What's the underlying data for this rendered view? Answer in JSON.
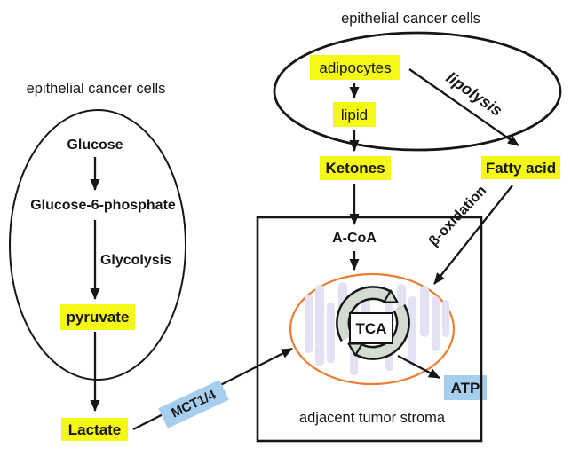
{
  "labels": {
    "left_cell_title": "epithelial cancer cells",
    "right_cell_title": "epithelial cancer cells",
    "glucose": "Glucose",
    "glucose6phosphate": "Glucose-6-phosphate",
    "glycolysis": "Glycolysis",
    "pyruvate": "pyruvate",
    "lactate": "Lactate",
    "mct": "MCT1/4",
    "adipocytes": "adipocytes",
    "lipid": "lipid",
    "lipolysis": "lipolysis",
    "ketones": "Ketones",
    "fatty_acid": "Fatty acid",
    "acoa": "A-CoA",
    "beta_oxidation": "β-oxidation",
    "tca": "TCA",
    "atp": "ATP",
    "stroma_title": "adjacent tumor stroma"
  },
  "edges": [
    {
      "from": "Glucose",
      "to": "Glucose-6-phosphate"
    },
    {
      "from": "Glucose-6-phosphate",
      "to": "pyruvate",
      "via": "Glycolysis"
    },
    {
      "from": "pyruvate",
      "to": "Lactate"
    },
    {
      "from": "Lactate",
      "to": "TCA",
      "via": "MCT1/4"
    },
    {
      "from": "adipocytes",
      "to": "lipid"
    },
    {
      "from": "lipid",
      "to": "Ketones"
    },
    {
      "from": "adipocytes",
      "to": "Fatty acid",
      "via": "lipolysis"
    },
    {
      "from": "Ketones",
      "to": "A-CoA"
    },
    {
      "from": "A-CoA",
      "to": "TCA"
    },
    {
      "from": "Fatty acid",
      "to": "TCA",
      "via": "β-oxidation"
    },
    {
      "from": "TCA",
      "to": "ATP"
    }
  ],
  "colors": {
    "highlight_yellow": "#F5F716",
    "highlight_blue": "#A6CFEF",
    "mitochondria_outline": "#ED7D31",
    "cristae_lavender": "#E6E0F4",
    "cycle_arrow_fill": "#D3DBD2",
    "ink": "#161616",
    "background": "#FFFFFF"
  }
}
